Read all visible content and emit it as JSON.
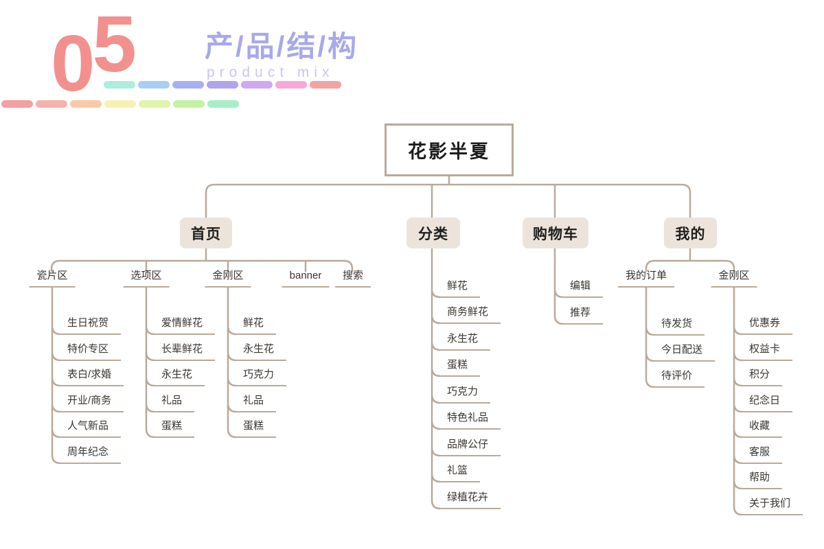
{
  "header": {
    "section_number": {
      "first_digit": "0",
      "second_digit": "5"
    },
    "title": "产/品/结/构",
    "subtitle": "product mix",
    "accent_number_color": "#f2908d",
    "title_color": "#a8a8ea",
    "subtitle_color": "#c9c5f2",
    "dash_rows": {
      "top": [
        "#abeee0",
        "#a8cef4",
        "#a8b0f1",
        "#b1a3f0",
        "#cea8f4",
        "#f6a8d7",
        "#f4a3a3"
      ],
      "bottom": [
        "#f2a0a0",
        "#f5b3ab",
        "#f7cba6",
        "#f9f0b4",
        "#dff4ac",
        "#c4f1a3",
        "#a7efc3"
      ]
    }
  },
  "diagram": {
    "line_color": "#b8a99a",
    "node_fill": "#ece4db"
  },
  "tree": {
    "root": {
      "label": "花影半夏"
    },
    "branches": [
      {
        "label": "首页",
        "children": [
          {
            "label": "瓷片区",
            "children": [
              {
                "label": "生日祝贺"
              },
              {
                "label": "特价专区"
              },
              {
                "label": "表白/求婚"
              },
              {
                "label": "开业/商务"
              },
              {
                "label": "人气新品"
              },
              {
                "label": "周年纪念"
              }
            ]
          },
          {
            "label": "选项区",
            "children": [
              {
                "label": "爱情鲜花"
              },
              {
                "label": "长辈鲜花"
              },
              {
                "label": "永生花"
              },
              {
                "label": "礼品"
              },
              {
                "label": "蛋糕"
              }
            ]
          },
          {
            "label": "金刚区",
            "children": [
              {
                "label": "鲜花"
              },
              {
                "label": "永生花"
              },
              {
                "label": "巧克力"
              },
              {
                "label": "礼品"
              },
              {
                "label": "蛋糕"
              }
            ]
          },
          {
            "label": "banner",
            "children": []
          },
          {
            "label": "搜索",
            "children": []
          }
        ]
      },
      {
        "label": "分类",
        "children": [
          {
            "label": "鲜花"
          },
          {
            "label": "商务鲜花"
          },
          {
            "label": "永生花"
          },
          {
            "label": "蛋糕"
          },
          {
            "label": "巧克力"
          },
          {
            "label": "特色礼品"
          },
          {
            "label": "品牌公仔"
          },
          {
            "label": "礼篮"
          },
          {
            "label": "绿植花卉"
          }
        ]
      },
      {
        "label": "购物车",
        "children": [
          {
            "label": "编辑"
          },
          {
            "label": "推荐"
          }
        ]
      },
      {
        "label": "我的",
        "children": [
          {
            "label": "我的订单",
            "children": [
              {
                "label": "待发货"
              },
              {
                "label": "今日配送"
              },
              {
                "label": "待评价"
              }
            ]
          },
          {
            "label": "金刚区",
            "children": [
              {
                "label": "优惠券"
              },
              {
                "label": "权益卡"
              },
              {
                "label": "积分"
              },
              {
                "label": "纪念日"
              },
              {
                "label": "收藏"
              },
              {
                "label": "客服"
              },
              {
                "label": "帮助"
              },
              {
                "label": "关于我们"
              }
            ]
          }
        ]
      }
    ]
  }
}
